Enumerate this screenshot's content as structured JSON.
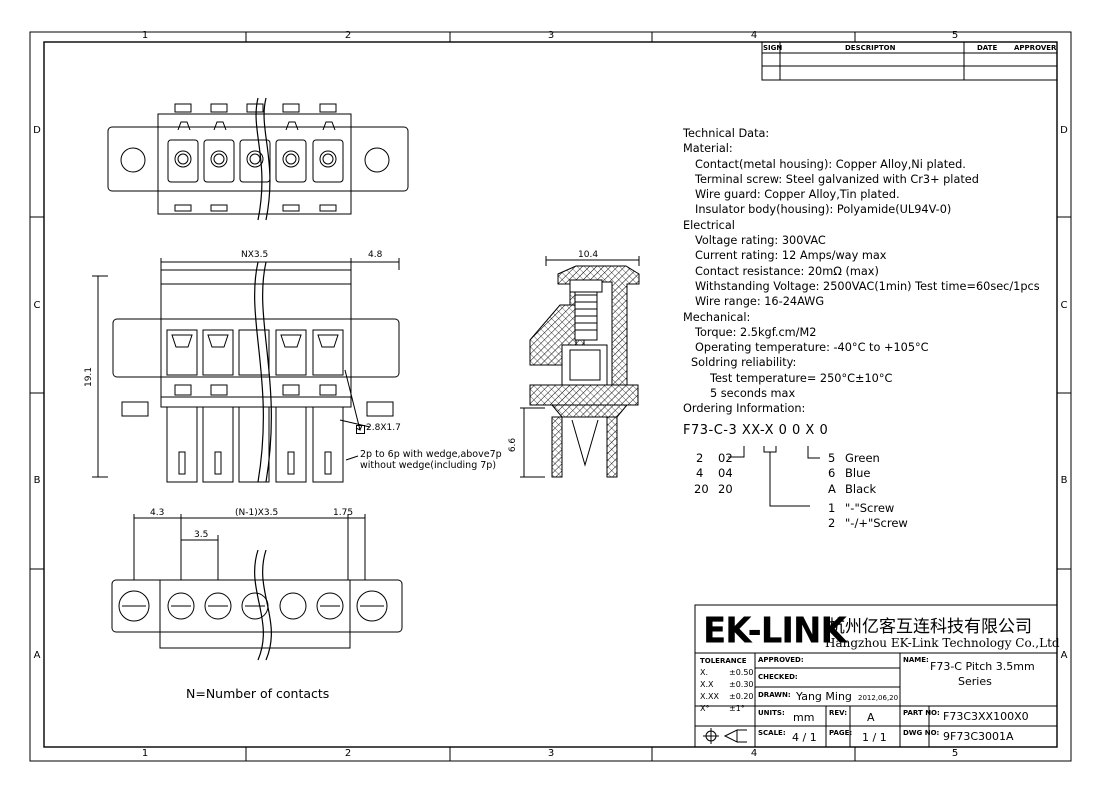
{
  "border": {
    "cols_top": [
      "1",
      "2",
      "3",
      "4",
      "5"
    ],
    "cols_bottom": [
      "1",
      "2",
      "3",
      "4",
      "5"
    ],
    "rows_left": [
      "D",
      "C",
      "B",
      "A"
    ],
    "rows_right": [
      "D",
      "C",
      "B",
      "A"
    ]
  },
  "revision_block": {
    "sign": "SIGN",
    "description": "DESCRIPTON",
    "date": "DATE",
    "approver": "APPROVER"
  },
  "tech_lines": [
    {
      "t": "Technical Data:",
      "i": 0
    },
    {
      "t": "Material:",
      "i": 0
    },
    {
      "t": "Contact(metal housing): Copper Alloy,Ni plated.",
      "i": 1
    },
    {
      "t": "Terminal screw: Steel galvanized with Cr3+ plated",
      "i": 1
    },
    {
      "t": "Wire guard: Copper Alloy,Tin plated.",
      "i": 1
    },
    {
      "t": "Insulator body(housing): Polyamide(UL94V-0)",
      "i": 1
    },
    {
      "t": "Electrical",
      "i": 0
    },
    {
      "t": "Voltage rating: 300VAC",
      "i": 1
    },
    {
      "t": "Current rating: 12 Amps/way max",
      "i": 1
    },
    {
      "t": "Contact resistance: 20mΩ (max)",
      "i": 1
    },
    {
      "t": "Withstanding Voltage: 2500VAC(1min) Test time=60sec/1pcs",
      "i": 1
    },
    {
      "t": "Wire range: 16-24AWG",
      "i": 1
    },
    {
      "t": "Mechanical:",
      "i": 0
    },
    {
      "t": "Torque: 2.5kgf.cm/M2",
      "i": 1
    },
    {
      "t": "Operating temperature: -40°C to +105°C",
      "i": 1
    },
    {
      "t": "Soldring reliability:",
      "i": 15
    },
    {
      "t": "Test temperature= 250°C±10°C",
      "i": 2
    },
    {
      "t": "5 seconds max",
      "i": 2
    },
    {
      "t": "Ordering Information:",
      "i": 0
    }
  ],
  "ordering": {
    "code": "F73-C-3 XX-X 0 0 X 0",
    "pins": [
      [
        "2",
        "02"
      ],
      [
        "4",
        "04"
      ],
      [
        "20",
        "20"
      ]
    ],
    "colors": [
      [
        "5",
        "Green"
      ],
      [
        "6",
        "Blue"
      ],
      [
        "A",
        "Black"
      ]
    ],
    "screws": [
      [
        "1",
        "\"-\"Screw"
      ],
      [
        "2",
        "\"-/+\"Screw"
      ]
    ]
  },
  "dims": {
    "nx35": "NX3.5",
    "d48": "4.8",
    "h191": "19.1",
    "box": "2.8X1.7",
    "wedge1": "2p to 6p with wedge,above7p",
    "wedge2": "without wedge(including 7p)",
    "d104": "10.4",
    "d66": "6.6",
    "d43": "4.3",
    "n1x35": "(N-1)X3.5",
    "d175": "1.75",
    "d35": "3.5"
  },
  "note": "N=Number of contacts",
  "title_block": {
    "logo": "EK-LINK",
    "company_cn": "杭州亿客互连科技有限公司",
    "company_en": "Hangzhou EK-Link Technology Co.,Ltd",
    "tolerance_label": "TOLERANCE",
    "tol": [
      [
        "X.",
        "±0.50"
      ],
      [
        "X.X",
        "±0.30"
      ],
      [
        "X.XX",
        "±0.20"
      ],
      [
        "X°",
        "±1°"
      ]
    ],
    "approved": "APPROVED:",
    "checked": "CHECKED:",
    "drawn_label": "DRAWN:",
    "drawn": "Yang Ming",
    "drawn_date": "2012,06,20",
    "units_label": "UNITS:",
    "units": "mm",
    "rev_label": "REV:",
    "rev": "A",
    "scale_label": "SCALE:",
    "scale": "4 / 1",
    "page_label": "PAGE:",
    "page": "1 / 1",
    "name_label": "NAME:",
    "name1": "F73-C Pitch 3.5mm",
    "name2": "Series",
    "partno_label": "PART NO:",
    "partno": "F73C3XX100X0",
    "dwgno_label": "DWG NO:",
    "dwgno": "9F73C3001A"
  }
}
